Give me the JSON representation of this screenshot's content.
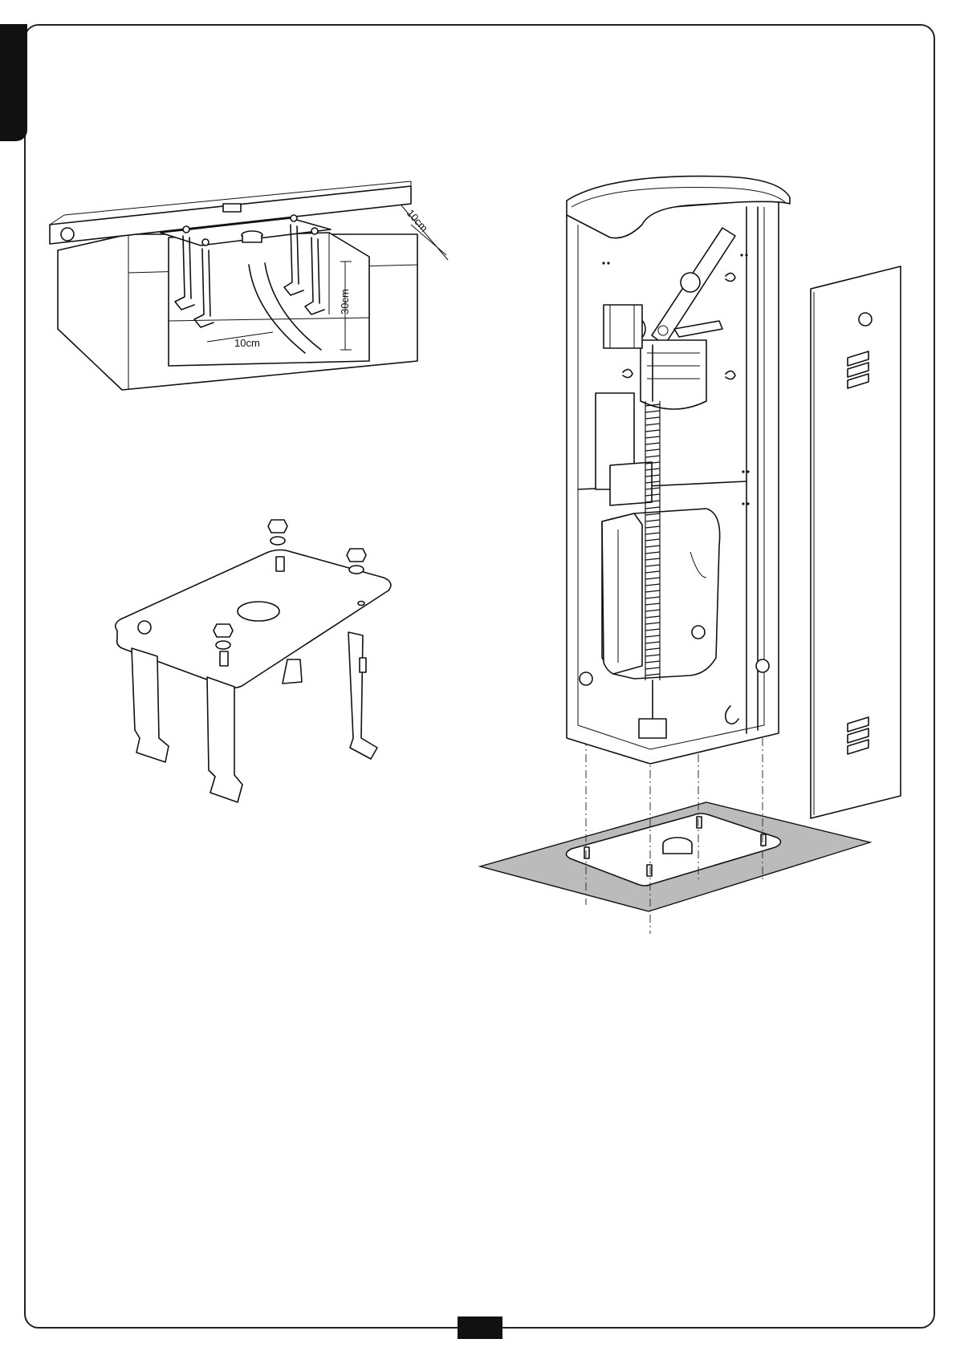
{
  "dimensions": {
    "top_offset": "10cm",
    "side_offset": "10cm",
    "depth": "30cm"
  }
}
